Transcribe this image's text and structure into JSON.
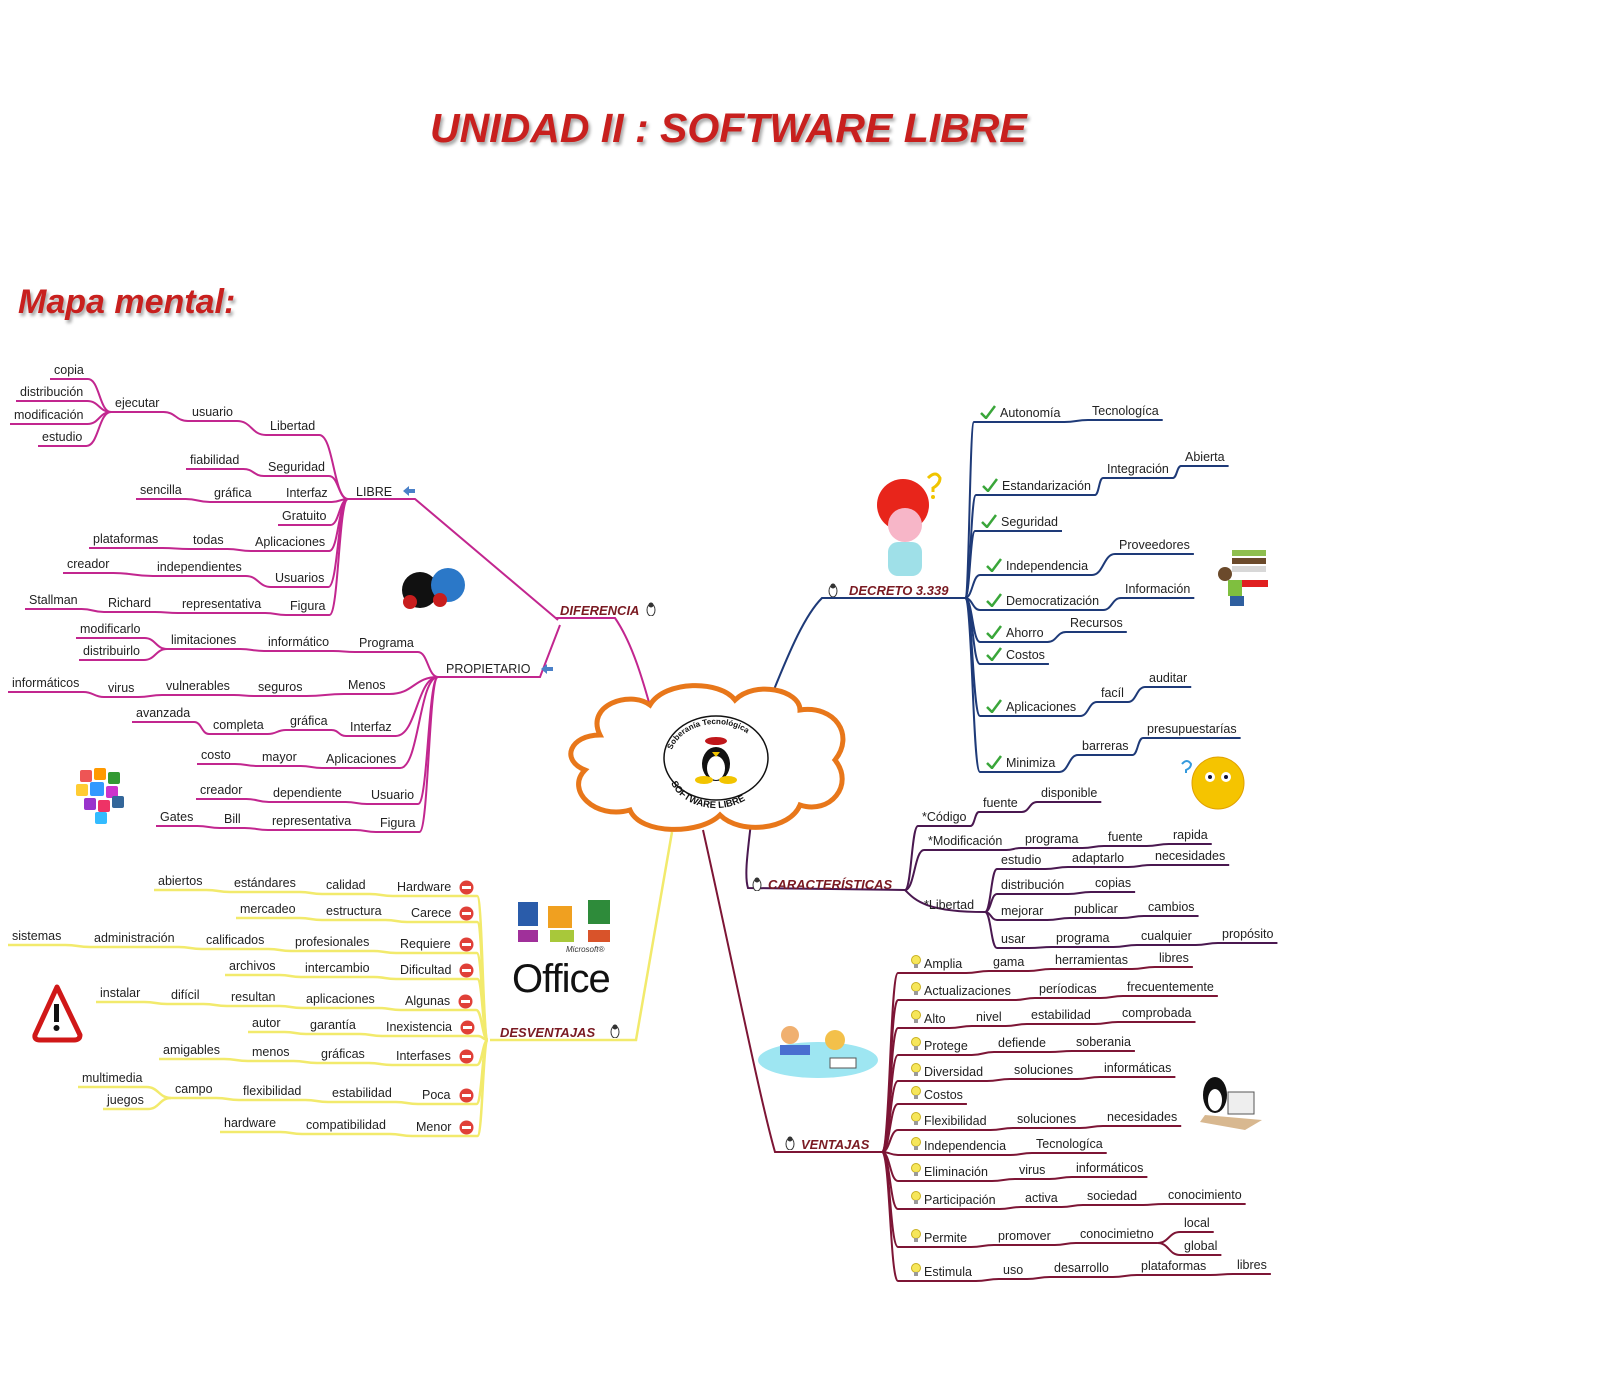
{
  "title": "UNIDAD II : SOFTWARE LIBRE",
  "subtitle": "Mapa mental:",
  "center": {
    "top_text": "Soberanía Tecnológica",
    "bottom_text": "SOFTWARE LIBRE"
  },
  "office_logo": {
    "brand": "Microsoft®",
    "name": "Office"
  },
  "colors": {
    "accent_title": "#c8201e",
    "cloud": "#e8771a",
    "libre": "#c2268f",
    "decreto": "#1e3a78",
    "caracteristicas": "#4a1850",
    "ventajas": "#7d1535",
    "desventajas": "#f2ea6c"
  },
  "branches": {
    "diferencia": "DIFERENCIA",
    "libre": "LIBRE",
    "propietario": "PROPIETARIO",
    "decreto": "DECRETO 3.339",
    "caracteristicas": "CARACTERÍSTICAS",
    "libertad": "*Libertad",
    "ventajas": "VENTAJAS",
    "desventajas": "DESVENTAJAS"
  },
  "mindmap": {
    "libre": {
      "rows": [
        {
          "words": [
            "ejecutar",
            "usuario",
            "Libertad"
          ],
          "sub": [
            "copia",
            "distribución",
            "modificación",
            "estudio"
          ]
        },
        {
          "words": [
            "fiabilidad",
            "Seguridad"
          ]
        },
        {
          "words": [
            "sencilla",
            "gráfica",
            "Interfaz"
          ]
        },
        {
          "words": [
            "Gratuito"
          ]
        },
        {
          "words": [
            "plataformas",
            "todas",
            "Aplicaciones"
          ]
        },
        {
          "words": [
            "creador",
            "independientes",
            "Usuarios"
          ]
        },
        {
          "words": [
            "Stallman",
            "Richard",
            "representativa",
            "Figura"
          ]
        }
      ]
    },
    "propietario": {
      "rows": [
        {
          "words": [
            "limitaciones",
            "informático",
            "Programa"
          ],
          "sub": [
            "modificarlo",
            "distribuirlo"
          ]
        },
        {
          "words": [
            "informáticos",
            "virus",
            "vulnerables",
            "seguros",
            "Menos"
          ]
        },
        {
          "words": [
            "avanzada",
            "completa",
            "gráfica",
            "Interfaz"
          ]
        },
        {
          "words": [
            "costo",
            "mayor",
            "Aplicaciones"
          ]
        },
        {
          "words": [
            "creador",
            "dependiente",
            "Usuario"
          ]
        },
        {
          "words": [
            "Gates",
            "Bill",
            "representativa",
            "Figura"
          ]
        }
      ]
    },
    "decreto": {
      "rows": [
        {
          "words": [
            "Autonomía",
            "Tecnologíca"
          ]
        },
        {
          "words": [
            "Estandarización",
            "Integración",
            "Abierta"
          ]
        },
        {
          "words": [
            "Seguridad"
          ]
        },
        {
          "words": [
            "Independencia",
            "Proveedores"
          ]
        },
        {
          "words": [
            "Democratización",
            "Información"
          ]
        },
        {
          "words": [
            "Ahorro",
            "Recursos"
          ]
        },
        {
          "words": [
            "Costos"
          ]
        },
        {
          "words": [
            "Aplicaciones",
            "facíl",
            "auditar"
          ]
        },
        {
          "words": [
            "Minimiza",
            "barreras",
            "presupuestarías"
          ]
        }
      ]
    },
    "caracteristicas": {
      "rows": [
        {
          "words": [
            "*Código",
            "fuente",
            "disponible"
          ]
        },
        {
          "words": [
            "*Modificación",
            "programa",
            "fuente",
            "rapida"
          ]
        }
      ]
    },
    "libertad": {
      "rows": [
        {
          "words": [
            "estudio",
            "adaptarlo",
            "necesidades"
          ]
        },
        {
          "words": [
            "distribución",
            "copias"
          ]
        },
        {
          "words": [
            "mejorar",
            "publicar",
            "cambios"
          ]
        },
        {
          "words": [
            "usar",
            "programa",
            "cualquier",
            "propósito"
          ]
        }
      ]
    },
    "ventajas": {
      "rows": [
        {
          "words": [
            "Amplia",
            "gama",
            "herramientas",
            "libres"
          ]
        },
        {
          "words": [
            "Actualizaciones",
            "períodicas",
            "frecuentemente"
          ]
        },
        {
          "words": [
            "Alto",
            "nivel",
            "estabilidad",
            "comprobada"
          ]
        },
        {
          "words": [
            "Protege",
            "defiende",
            "soberania"
          ]
        },
        {
          "words": [
            "Diversidad",
            "soluciones",
            "informáticas"
          ]
        },
        {
          "words": [
            "Costos"
          ]
        },
        {
          "words": [
            "Flexibilidad",
            "soluciones",
            "necesidades"
          ]
        },
        {
          "words": [
            "Independencia",
            "Tecnologíca"
          ]
        },
        {
          "words": [
            "Eliminación",
            "virus",
            "informáticos"
          ]
        },
        {
          "words": [
            "Participación",
            "activa",
            "sociedad",
            "conocimiento"
          ]
        },
        {
          "words": [
            "Permite",
            "promover",
            "conocimietno"
          ],
          "sub": [
            "local",
            "global"
          ]
        },
        {
          "words": [
            "Estimula",
            "uso",
            "desarrollo",
            "plataformas",
            "libres"
          ]
        }
      ]
    },
    "desventajas": {
      "rows": [
        {
          "words": [
            "abiertos",
            "estándares",
            "calidad",
            "Hardware"
          ]
        },
        {
          "words": [
            "mercadeo",
            "estructura",
            "Carece"
          ]
        },
        {
          "words": [
            "sistemas",
            "administración",
            "calificados",
            "profesionales",
            "Requiere"
          ]
        },
        {
          "words": [
            "archivos",
            "intercambio",
            "Dificultad"
          ]
        },
        {
          "words": [
            "instalar",
            "difícil",
            "resultan",
            "aplicaciones",
            "Algunas"
          ]
        },
        {
          "words": [
            "autor",
            "garantía",
            "Inexistencia"
          ]
        },
        {
          "words": [
            "amigables",
            "menos",
            "gráficas",
            "Interfases"
          ]
        },
        {
          "words": [
            "campo",
            "flexibilidad",
            "estabilidad",
            "Poca"
          ],
          "sub": [
            "multimedia",
            "juegos"
          ]
        },
        {
          "words": [
            "hardware",
            "compatibilidad",
            "Menor"
          ]
        }
      ]
    }
  }
}
